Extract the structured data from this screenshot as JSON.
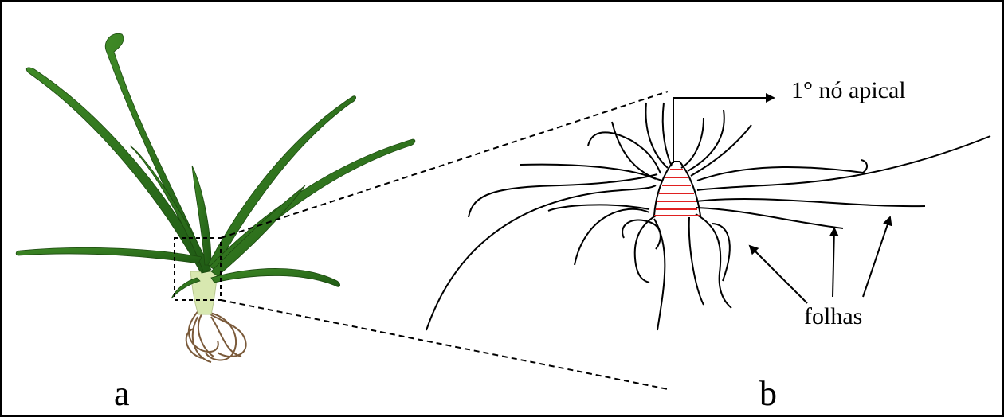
{
  "figure": {
    "panel_a_label": "a",
    "panel_b_label": "b",
    "annotation_apical_node": "1° nó apical",
    "annotation_leaves": "folhas"
  },
  "colors": {
    "frame": "#000000",
    "leaf_dark": "#2e6b1e",
    "leaf_light": "#5fa83a",
    "stem_base": "#d8e8b0",
    "roots": "#7a5a3a",
    "apical_hatch": "#e02020"
  },
  "icons": {
    "plant": "maize-seedling-photo",
    "zoom_box": "dashed-rectangle",
    "arrow": "arrow-icon"
  }
}
